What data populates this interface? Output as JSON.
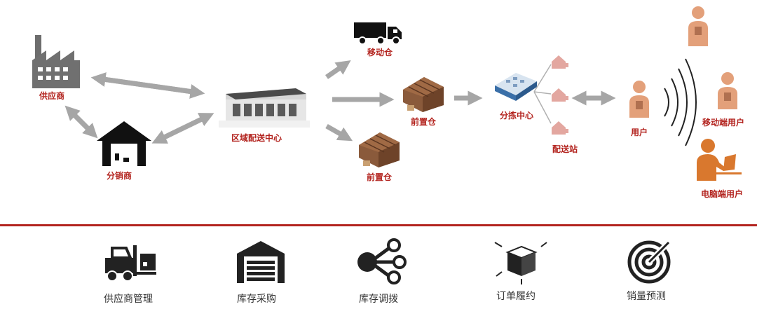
{
  "nodes": {
    "supplier": "供应商",
    "distributor": "分销商",
    "regional_center": "区域配送中心",
    "mobile_warehouse": "移动仓",
    "front_warehouse_top": "前置仓",
    "front_warehouse_bottom": "前置仓",
    "sorting_center": "分拣中心",
    "delivery_station": "配送站",
    "user": "用户",
    "mobile_user": "移动端用户",
    "pc_user": "电脑端用户"
  },
  "modules": [
    {
      "label": "供应商管理",
      "icon": "forklift-icon"
    },
    {
      "label": "库存采购",
      "icon": "warehouse-icon"
    },
    {
      "label": "库存调拨",
      "icon": "distribution-network-icon"
    },
    {
      "label": "订单履约",
      "icon": "package-box-icon"
    },
    {
      "label": "销量预测",
      "icon": "radar-icon"
    }
  ],
  "colors": {
    "label_red": "#b3241f",
    "divider_red": "#b3241f",
    "arrow_gray": "#a6a6a6",
    "brown": "#8a5a3b",
    "skin": "#e3a07a"
  }
}
